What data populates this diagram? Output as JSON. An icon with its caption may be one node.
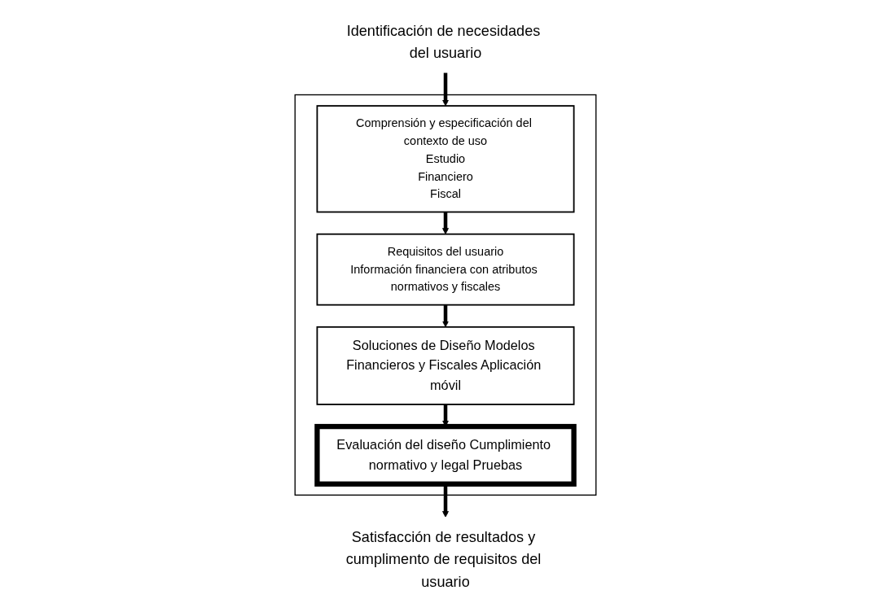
{
  "diagram": {
    "nodes": [
      {
        "text": [
          "Identificación de necesidades del usuario"
        ]
      },
      {
        "text": [],
        "shape": "box"
      },
      {
        "text": [
          "Comprensión y especificación del contexto de uso",
          "Estudio",
          "Financiero",
          "Fiscal"
        ],
        "in": 1
      },
      {
        "text": [
          "Requisitos del usuario",
          "Información financiera con atributos normativos y fiscales"
        ],
        "in": 1
      },
      {
        "text": [
          "Soluciones de Diseño Modelos Financieros y Fiscales Aplicación móvil"
        ],
        "in": 1
      },
      {
        "text": [
          "Evaluación del diseño Cumplimiento normativo y legal Pruebas"
        ],
        "in": 1
      },
      {
        "text": [
          "Satisfacción de resultados y cumplimento de requisitos del usuario"
        ]
      }
    ],
    "edges": [
      {
        "from": 0,
        "to": 2,
        "arrow": "to"
      },
      {
        "from": 2,
        "to": 3,
        "arrow": "to"
      },
      {
        "from": 3,
        "to": 4,
        "arrow": "to"
      },
      {
        "from": 4,
        "to": 5,
        "arrow": "to"
      },
      {
        "from": 5,
        "to": 6,
        "arrow": "to"
      }
    ]
  }
}
